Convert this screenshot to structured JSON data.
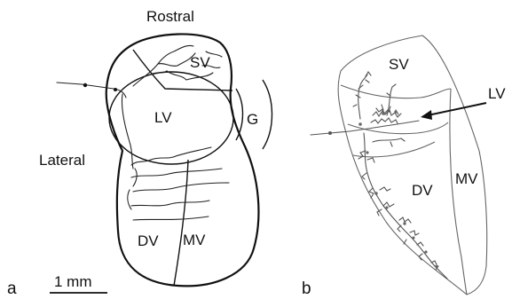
{
  "panel_a": {
    "letter": "a",
    "labels": {
      "rostral": "Rostral",
      "lateral": "Lateral",
      "sv": "SV",
      "lv": "LV",
      "dv": "DV",
      "mv": "MV",
      "g": "G"
    },
    "scale_bar": "1 mm"
  },
  "panel_b": {
    "letter": "b",
    "labels": {
      "sv": "SV",
      "lv": "LV",
      "dv": "DV",
      "mv": "MV"
    }
  }
}
